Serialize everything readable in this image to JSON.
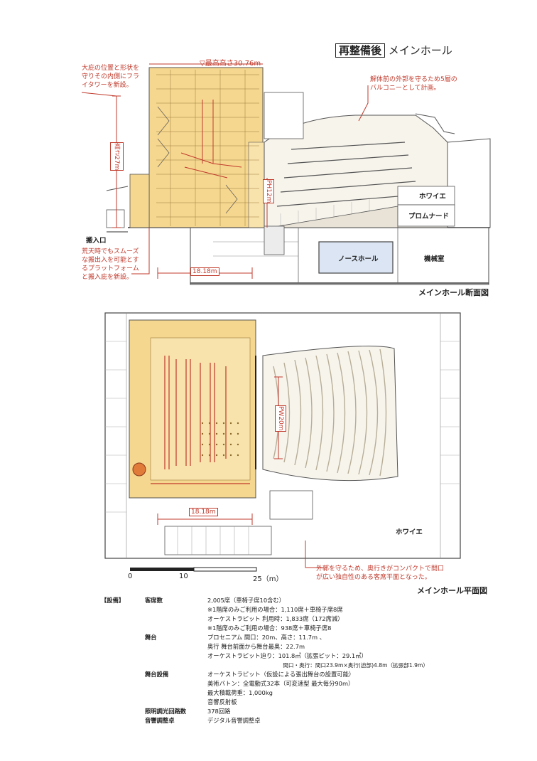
{
  "title": {
    "box": "再整備後",
    "name": "メインホール"
  },
  "section": {
    "caption": "メインホール断面図",
    "notes": {
      "flytower": [
        "大庇の位置と形状を",
        "守りその内側にフラ",
        "イタワーを新設。"
      ],
      "max_height": "▽最高高さ30.76m",
      "balcony": [
        "解体前の外郭を守るため5層の",
        "バルコニーとして計画。"
      ],
      "platform": [
        "荒天時でもスムーズ",
        "な搬出入を可能とす",
        "るプラットフォーム",
        "と搬入庇を新設。"
      ]
    },
    "dims": {
      "height": "高さ27m",
      "ph": "PH12m",
      "width": "18.18m"
    },
    "rooms": {
      "foyer": "ホワイエ",
      "promenade": "プロムナード",
      "north_hall": "ノースホール",
      "machine": "機械室",
      "entrance": "搬入口"
    }
  },
  "plan": {
    "caption": "メインホール平面図",
    "dims": {
      "pw": "PW20m",
      "width": "18.18m"
    },
    "rooms": {
      "foyer": "ホワイエ"
    },
    "note": [
      "外郭を守るため、奥行きがコンパクトで間口",
      "が広い独自性のある客席平面となった。"
    ],
    "scale": {
      "t0": "0",
      "t1": "10",
      "t2": "25（m）"
    }
  },
  "specs": {
    "heading": "【設備】",
    "rows": [
      {
        "key": "客席数",
        "lines": [
          "2,005席（車椅子席10含む）",
          "※1階席のみご利用の場合：1,110席＋車椅子席8席",
          "オーケストラピット 利用時：1,833席（172席減）",
          "※1階席のみご利用の場合：938席＋車椅子席8"
        ]
      },
      {
        "key": "舞台",
        "lines": [
          "プロセニアム 間口：20m、高さ：11.7m 、",
          "奥行 舞台前面から舞台最奥：22.7m",
          "オーケストラピット迫り：101.8㎡（拡張ピット：29.1㎡）",
          "　　　　　　　　　　　　　　間口・奥行：間口23.9m×奥行(迫部)4.8m（拡張部1.9m）"
        ]
      },
      {
        "key": "舞台設備",
        "lines": [
          "オーケストラピット（仮設による張出舞台の設置可能）",
          "美術バトン：全電動式32本（可変速型 最大毎分90m）",
          "最大積載荷重：1,000kg",
          "音響反射板"
        ]
      },
      {
        "key": "照明調光回路数",
        "lines": [
          "378回路"
        ]
      },
      {
        "key": "音響調整卓",
        "lines": [
          "デジタル音響調整卓"
        ]
      }
    ]
  }
}
